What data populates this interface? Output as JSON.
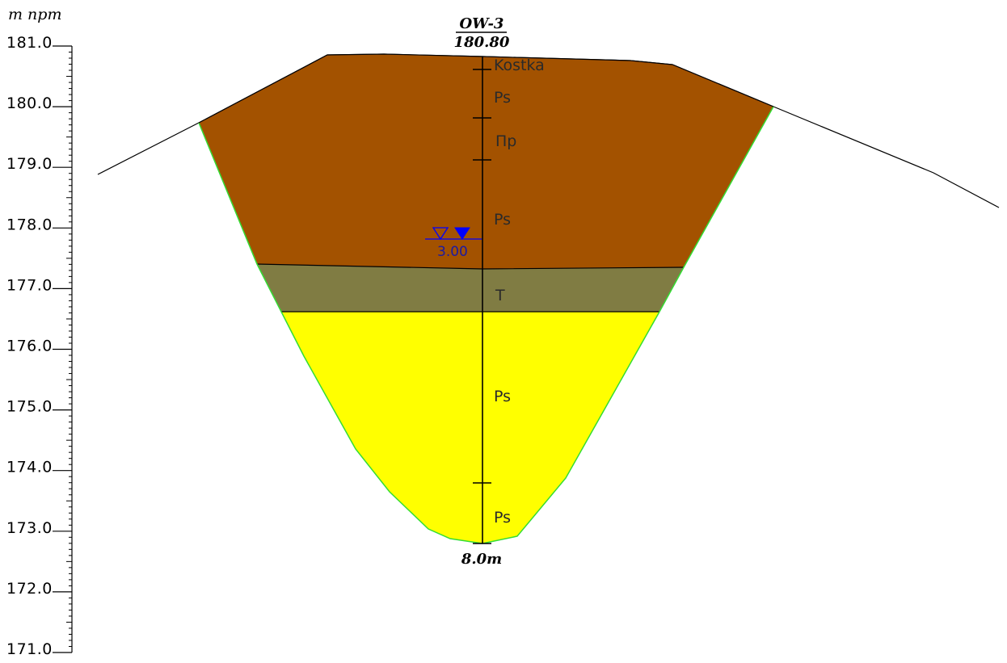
{
  "axis": {
    "unit_label": "m npm",
    "ticks": [
      "181.0",
      "180.0",
      "179.0",
      "178.0",
      "177.0",
      "176.0",
      "175.0",
      "174.0",
      "173.0",
      "172.0",
      "171.0"
    ]
  },
  "borehole": {
    "name": "OW-3",
    "elevation": "180.80",
    "depth": "8.0m"
  },
  "layers": [
    {
      "label": "Kostka"
    },
    {
      "label": "Ps"
    },
    {
      "label": "Πp"
    },
    {
      "label": "Ps"
    },
    {
      "label": "T"
    },
    {
      "label": "Ps"
    },
    {
      "label": "Ps"
    }
  ],
  "water_table": {
    "depth": "3.00"
  },
  "colors": {
    "brown_fill": "#a35200",
    "olive_fill": "#807c43",
    "yellow_fill": "#ffff00",
    "green_edge": "#33dd33",
    "water_blue": "#0000ff"
  }
}
